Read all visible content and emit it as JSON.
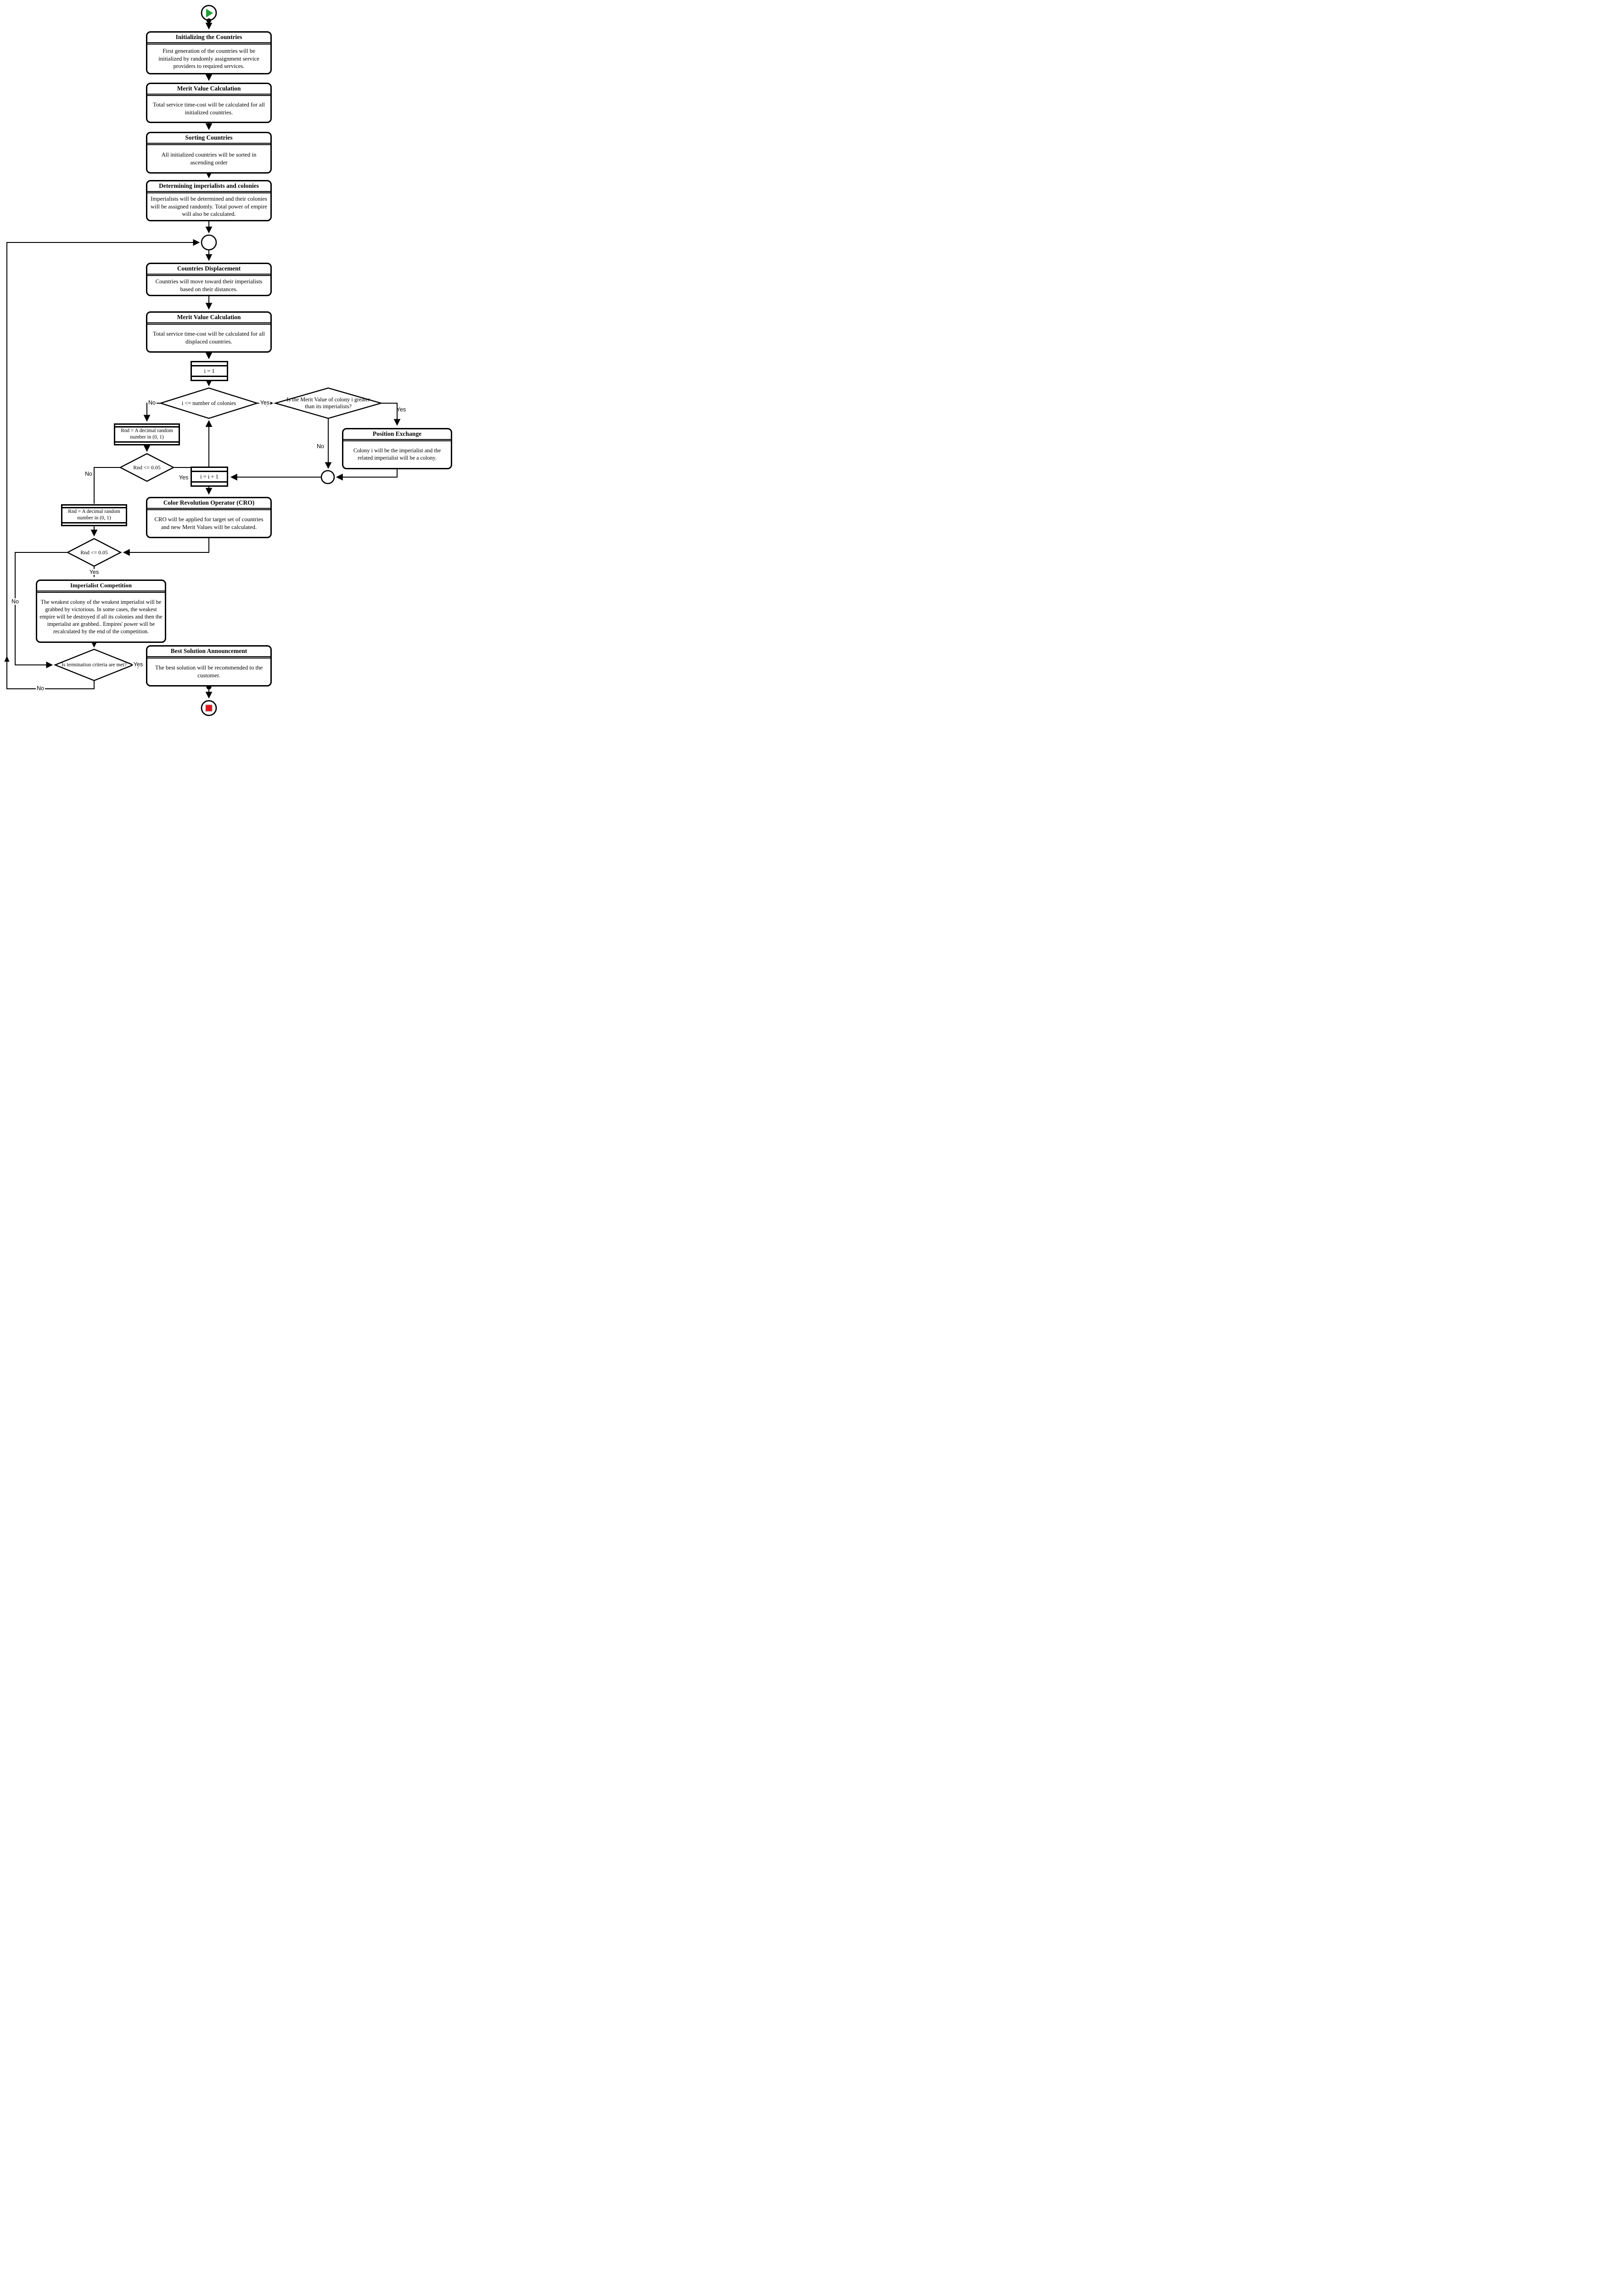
{
  "nodes": {
    "initializing": {
      "title": "Initializing the Countries",
      "body": "First generation of the countries will be initialized by randomly assignment service providers to required services."
    },
    "merit_calc_1": {
      "title": "Merit Value Calculation",
      "body": "Total service time-cost will be calculated for all initialized countries."
    },
    "sorting": {
      "title": "Sorting Countries",
      "body": "All initialized countries will be sorted in ascending order"
    },
    "determining": {
      "title": "Determining imperialists and colonies",
      "body": "Imperialists will be determined and their colonies will be assigned randomly. Total power of empire will also be calculated."
    },
    "displacement": {
      "title": "Countries Displacement",
      "body": "Countries will move toward their imperialists based on their distances."
    },
    "merit_calc_2": {
      "title": "Merit Value Calculation",
      "body": "Total service time-cost will be calculated for all displaced countries."
    },
    "i_init": {
      "text": "i = 1"
    },
    "colony_loop_check": {
      "text": "i <= number of colonies"
    },
    "merit_compare_check": {
      "text": "Is the Merit Value of colony i greater than its imperialists?"
    },
    "position_exchange": {
      "title": "Position Exchange",
      "body": "Colony i will be the imperialist and the related imperialist will be a colony."
    },
    "i_increment": {
      "text": "i = i + 1"
    },
    "rnd_assign_1": {
      "text": "Rnd = A decimal random number in (0, 1)"
    },
    "rnd_check_1": {
      "text": "Rnd <= 0.05"
    },
    "cro": {
      "title": "Color Revolution Operator (CRO)",
      "body": "CRO will be applied for target set of countries and new Merit Values will be calculated."
    },
    "rnd_assign_2": {
      "text": "Rnd = A decimal random number in (0, 1)"
    },
    "rnd_check_2": {
      "text": "Rnd <= 0.05"
    },
    "imperialist_competition": {
      "title": "Imperialist Competition",
      "body": "The weakest colony of the weakest imperialist will be grabbed by victorious. In some cases, the weakest empire will be destroyed if all its colonies and then the imperialist are grabbed.. Empires' power will be recalculated by the end of the competition."
    },
    "termination_check": {
      "text": "Is termination criteria are met?"
    },
    "best_solution": {
      "title": "Best Solution Announcement",
      "body": "The best solution will be recommended to the customer."
    }
  },
  "edge_labels": {
    "colony_loop_no": "No",
    "colony_loop_yes": "Yes",
    "merit_compare_yes": "Yes",
    "merit_compare_no": "No",
    "rnd1_no": "No",
    "rnd1_yes": "Yes",
    "rnd2_no": "No",
    "rnd2_yes": "Yes",
    "termination_yes": "Yes",
    "termination_no": "No"
  },
  "colors": {
    "start_icon": "#1ea135",
    "end_icon": "#e31219",
    "line": "#000000"
  }
}
